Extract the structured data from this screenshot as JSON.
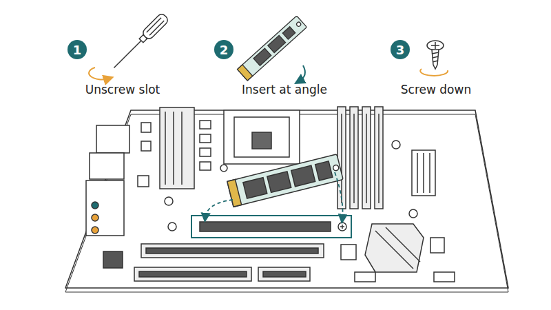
{
  "diagram": {
    "nodes": [
      {
        "text": [
          "1",
          "Unscrew slot"
        ]
      },
      {
        "text": [
          "2",
          "Insert at angle"
        ]
      },
      {
        "text": [
          "3",
          "Screw down"
        ]
      }
    ]
  }
}
